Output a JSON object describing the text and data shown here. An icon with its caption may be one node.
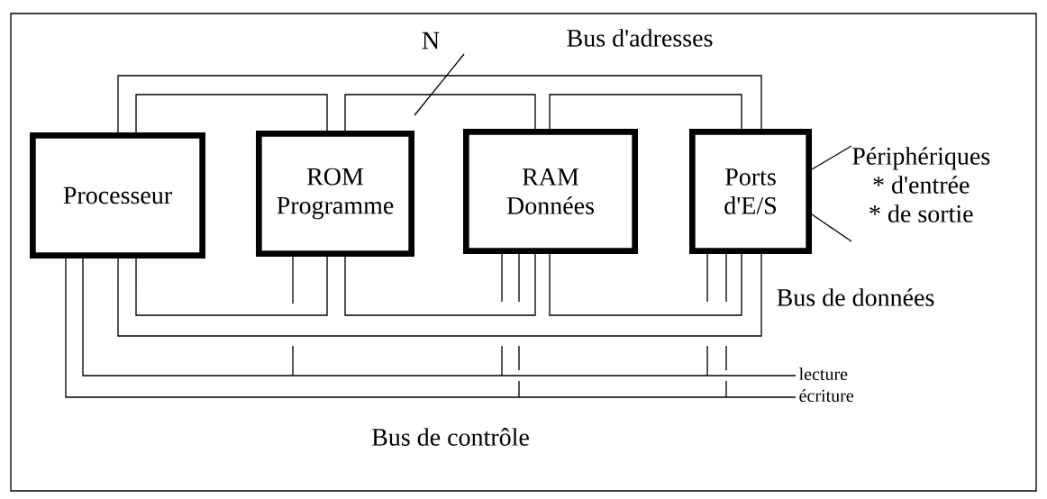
{
  "diagram": {
    "nodes": [
      {
        "text": [
          "Processeur"
        ]
      },
      {
        "text": [
          "ROM Programme"
        ]
      },
      {
        "text": [
          "RAM Données"
        ]
      },
      {
        "text": [
          "Ports d'E/S"
        ]
      },
      {
        "text": [
          "Périphériques",
          "* d'entrée",
          "* de sortie"
        ]
      }
    ],
    "edges": [
      {
        "from": 0,
        "to": 1,
        "arrow": "none"
      },
      {
        "from": 1,
        "to": 2,
        "arrow": "none"
      },
      {
        "from": 2,
        "to": 3,
        "arrow": "none"
      },
      {
        "from": 0,
        "to": 3,
        "arrow": "none"
      },
      {
        "from": 0,
        "to": 1,
        "arrow": "none"
      },
      {
        "from": 1,
        "to": 2,
        "arrow": "none"
      },
      {
        "from": 2,
        "to": 3,
        "arrow": "none"
      },
      {
        "from": 0,
        "to": 3,
        "arrow": "none"
      },
      {
        "from": 0,
        "to": null,
        "arrow": "none",
        "label": "lecture"
      },
      {
        "from": 0,
        "to": null,
        "arrow": "none",
        "label": "écriture"
      },
      {
        "from": 3,
        "to": 4,
        "arrow": "none"
      },
      {
        "from": 3,
        "to": 4,
        "arrow": "none"
      }
    ],
    "labels": [
      "N",
      "Bus d'adresses",
      "Bus de données",
      "Bus de contrôle"
    ]
  }
}
